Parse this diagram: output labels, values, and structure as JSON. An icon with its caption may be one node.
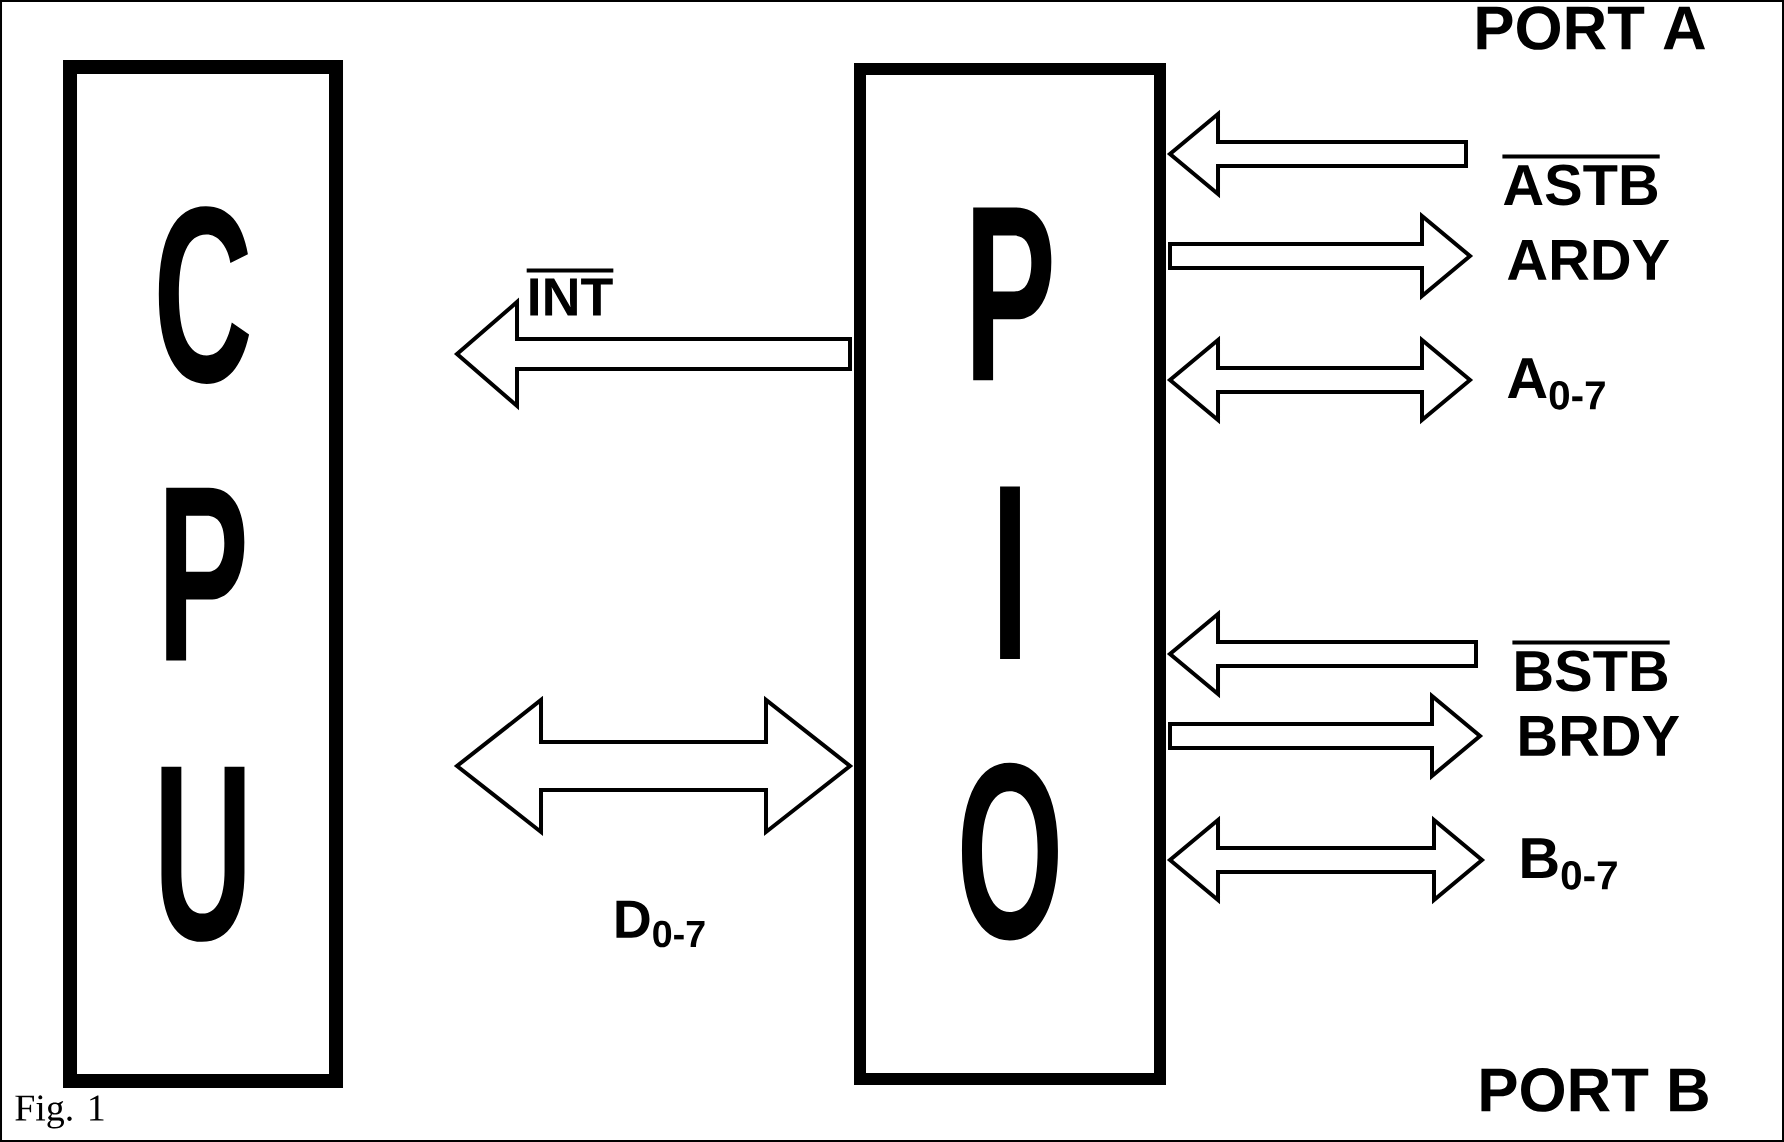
{
  "diagram": {
    "nodes": [
      {
        "text": [
          "C P U"
        ]
      },
      {
        "text": [
          "P I O"
        ]
      },
      {
        "text": [
          "ASTB"
        ]
      },
      {
        "text": [
          "ARDY"
        ]
      },
      {
        "text": [
          "A$_{0-7}$"
        ]
      },
      {
        "text": [
          "BSTB"
        ]
      },
      {
        "text": [
          "BRDY"
        ]
      },
      {
        "text": [
          "B$_{0-7}$"
        ]
      }
    ],
    "edges": [
      {
        "from": 1,
        "to": 0,
        "arrow": "to",
        "label": "INT"
      },
      {
        "from": 0,
        "to": 1,
        "arrow": "both",
        "label": "D$_{0-7}$"
      },
      {
        "from": 2,
        "to": 1,
        "arrow": "to"
      },
      {
        "from": 1,
        "to": 3,
        "arrow": "to"
      },
      {
        "from": 1,
        "to": 4,
        "arrow": "both"
      },
      {
        "from": 5,
        "to": 1,
        "arrow": "to"
      },
      {
        "from": 1,
        "to": 6,
        "arrow": "to"
      },
      {
        "from": 1,
        "to": 7,
        "arrow": "both"
      }
    ],
    "labels": [
      "PORT A",
      "PORT B",
      "Fig. 1"
    ]
  }
}
